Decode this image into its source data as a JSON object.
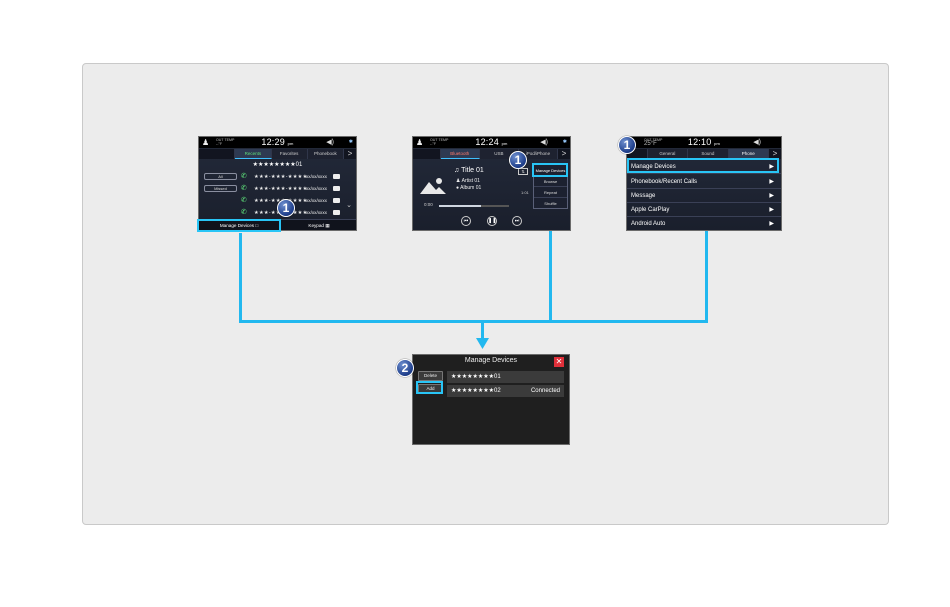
{
  "colors": {
    "connector": "#22b8ef",
    "badge": "#1d3d8a",
    "highlight": "#29c5f6",
    "close_button": "#e0303a"
  },
  "badges": {
    "step1": "1",
    "step2": "2"
  },
  "screen_phone": {
    "clock": "12:29",
    "ampm": "pm",
    "out_temp_label": "OUT TEMP",
    "out_temp_value": "--°F",
    "tabs": [
      "Recents",
      "Favorites",
      "Phonebook"
    ],
    "tab_arrow": ">",
    "header_name": "★★★★★★★★01",
    "filters": [
      "All",
      "Missed"
    ],
    "rows": [
      {
        "number": "★★★-★★★-★★★★",
        "date": "xx/xx/xxxx"
      },
      {
        "number": "★★★-★★★-★★★★",
        "date": "xx/xx/xxxx"
      },
      {
        "number": "★★★-★★★-★★★★",
        "date": "xx/xx/xxxx"
      },
      {
        "number": "★★★-★★★-★★★★",
        "date": "xx/xx/xxxx"
      }
    ],
    "bottom_left": "Manage Devices",
    "bottom_right": "Keypad"
  },
  "screen_audio": {
    "clock": "12:24",
    "ampm": "pm",
    "out_temp_label": "OUT TEMP",
    "out_temp_value": "--°F",
    "tabs": [
      "Bluetooth",
      "USB",
      "iPod/iPhone"
    ],
    "tab_arrow": ">",
    "title": "Title 01",
    "artist": "Artist 01",
    "album": "Album 01",
    "elapsed": "0:00",
    "remaining": "1:01",
    "menu": [
      "Manage Devices",
      "Browse",
      "Repeat",
      "Shuffle"
    ]
  },
  "screen_settings": {
    "clock": "12:10",
    "ampm": "pm",
    "out_temp_label": "OUT TEMP",
    "out_temp_value": "25°F",
    "tabs": [
      "General",
      "Sound",
      "Phone"
    ],
    "tab_arrow": ">",
    "items": [
      "Manage Devices",
      "Phonebook/Recent Calls",
      "Message",
      "Apple CarPlay",
      "Android Auto"
    ]
  },
  "screen_manage": {
    "title": "Manage Devices",
    "delete_label": "Delete",
    "add_label": "Add",
    "devices": [
      {
        "name": "★★★★★★★★01",
        "status": ""
      },
      {
        "name": "★★★★★★★★02",
        "status": "Connected"
      }
    ]
  }
}
